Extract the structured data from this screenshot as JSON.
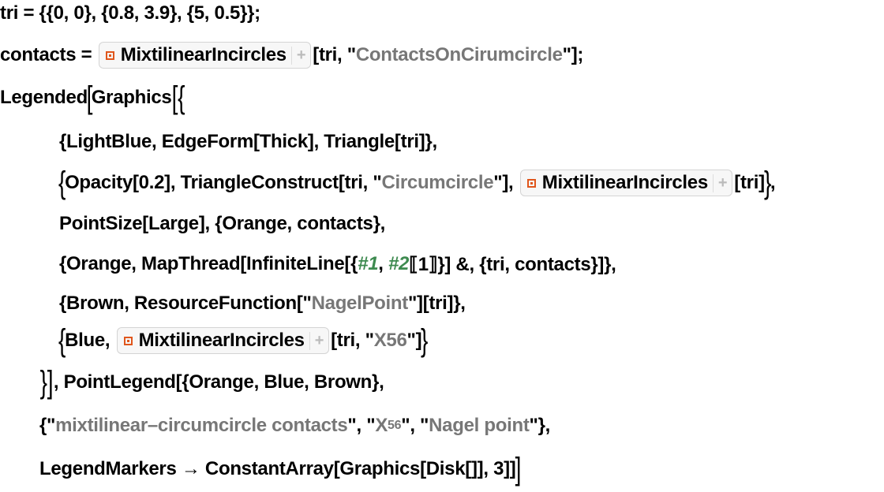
{
  "code_lines": [
    {
      "indent": 0,
      "tokens": [
        {
          "k": "p",
          "t": "tri = {{0, 0}, {0.8, 3.9}, {5, 0.5}};"
        }
      ]
    },
    {
      "indent": 0,
      "tokens": [
        {
          "k": "p",
          "t": "contacts = "
        },
        {
          "k": "b",
          "t": "MixtilinearIncircles"
        },
        {
          "k": "p",
          "t": "[tri, \""
        },
        {
          "k": "s",
          "t": "ContactsOnCirumcircle"
        },
        {
          "k": "p",
          "t": "\"];"
        }
      ]
    },
    {
      "indent": 0,
      "tokens": [
        {
          "k": "p",
          "t": "Legended"
        },
        {
          "k": "B",
          "t": "["
        },
        {
          "k": "p",
          "t": "Graphics"
        },
        {
          "k": "B",
          "t": "[{"
        }
      ]
    },
    {
      "indent": 1,
      "tokens": [
        {
          "k": "p",
          "t": "{LightBlue, EdgeForm[Thick], Triangle[tri]},"
        }
      ]
    },
    {
      "indent": 1,
      "tokens": [
        {
          "k": "B",
          "t": "{"
        },
        {
          "k": "p",
          "t": "Opacity[0.2], TriangleConstruct[tri, \""
        },
        {
          "k": "s",
          "t": "Circumcircle"
        },
        {
          "k": "p",
          "t": "\"], "
        },
        {
          "k": "b",
          "t": "MixtilinearIncircles"
        },
        {
          "k": "p",
          "t": "[tri]"
        },
        {
          "k": "B",
          "t": "}"
        },
        {
          "k": "p",
          "t": ","
        }
      ]
    },
    {
      "indent": 1,
      "tokens": [
        {
          "k": "p",
          "t": "PointSize[Large], {Orange, contacts},"
        }
      ]
    },
    {
      "indent": 1,
      "tokens": [
        {
          "k": "p",
          "t": "{Orange, MapThread[InfiniteLine[{"
        },
        {
          "k": "g",
          "t": "#1"
        },
        {
          "k": "p",
          "t": ", "
        },
        {
          "k": "g",
          "t": "#2"
        },
        {
          "k": "p",
          "t": "⟦1⟧}] &, {tri, contacts}]},"
        }
      ]
    },
    {
      "indent": 1,
      "tokens": [
        {
          "k": "p",
          "t": "{Brown, ResourceFunction[\""
        },
        {
          "k": "s",
          "t": "NagelPoint"
        },
        {
          "k": "p",
          "t": "\"][tri]},"
        }
      ]
    },
    {
      "indent": 1,
      "tokens": [
        {
          "k": "B",
          "t": "{"
        },
        {
          "k": "p",
          "t": "Blue, "
        },
        {
          "k": "b",
          "t": "MixtilinearIncircles"
        },
        {
          "k": "p",
          "t": "[tri, \""
        },
        {
          "k": "s",
          "t": "X56"
        },
        {
          "k": "p",
          "t": "\"]"
        },
        {
          "k": "B",
          "t": "}"
        }
      ]
    },
    {
      "indent": 2,
      "tokens": [
        {
          "k": "B",
          "t": "}]"
        },
        {
          "k": "p",
          "t": ", PointLegend[{Orange, Blue, Brown},"
        }
      ]
    },
    {
      "indent": 2,
      "tokens": [
        {
          "k": "p",
          "t": "{\""
        },
        {
          "k": "s",
          "t": "mixtilinear–circumcircle contacts"
        },
        {
          "k": "p",
          "t": "\", \""
        },
        {
          "k": "s",
          "t": "X"
        },
        {
          "k": "sub",
          "t": "56"
        },
        {
          "k": "p",
          "t": "\", \""
        },
        {
          "k": "s",
          "t": "Nagel point"
        },
        {
          "k": "p",
          "t": "\"},"
        }
      ]
    },
    {
      "indent": 2,
      "tokens": [
        {
          "k": "p",
          "t": "LegendMarkers → ConstantArray[Graphics[Disk[]], 3]]"
        },
        {
          "k": "B",
          "t": "]"
        }
      ]
    }
  ]
}
